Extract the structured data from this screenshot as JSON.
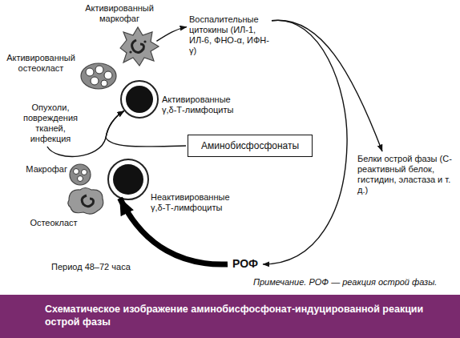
{
  "diagram": {
    "caption": "Схематическое изображение аминобисфосфонат-индуцированной реакции острой фазы",
    "nodes": [
      {
        "text": [
          "Активированный маркофаг"
        ]
      },
      {
        "text": [
          "Активированный остеокласт"
        ]
      },
      {
        "text": [
          "Активированные γ,δ-Т-лимфоциты"
        ]
      },
      {
        "text": [
          "Воспалительные цитокины (ИЛ-1, ИЛ-6, ФНО-α, ИФН-γ)"
        ]
      },
      {
        "text": [
          "Опухоли, повреждения тканей, инфекция"
        ]
      },
      {
        "text": [
          "Аминобисфосфонаты"
        ]
      },
      {
        "text": [
          "Белки острой фазы (С-реактивный белок, гистидин, эластаза и т. д.)"
        ]
      },
      {
        "text": [
          "Макрофаг"
        ]
      },
      {
        "text": [
          "Остеокласт"
        ]
      },
      {
        "text": [
          "Неактивированные γ,δ-Т-лимфоциты"
        ]
      },
      {
        "text": [
          "РОФ"
        ]
      }
    ],
    "edges": [
      {
        "from": 0,
        "to": 3,
        "arrow": "to"
      },
      {
        "from": 3,
        "to": 10,
        "arrow": "to"
      },
      {
        "from": 3,
        "to": 6,
        "arrow": "to"
      },
      {
        "from": 10,
        "to": 9,
        "arrow": "to"
      },
      {
        "from": 4,
        "to": 2,
        "arrow": "to"
      },
      {
        "from": 5,
        "to": 2,
        "arrow": "to"
      }
    ],
    "labels": [
      "Период 48–72 часа",
      "Примечание. РОФ — реакция острой фазы."
    ]
  }
}
